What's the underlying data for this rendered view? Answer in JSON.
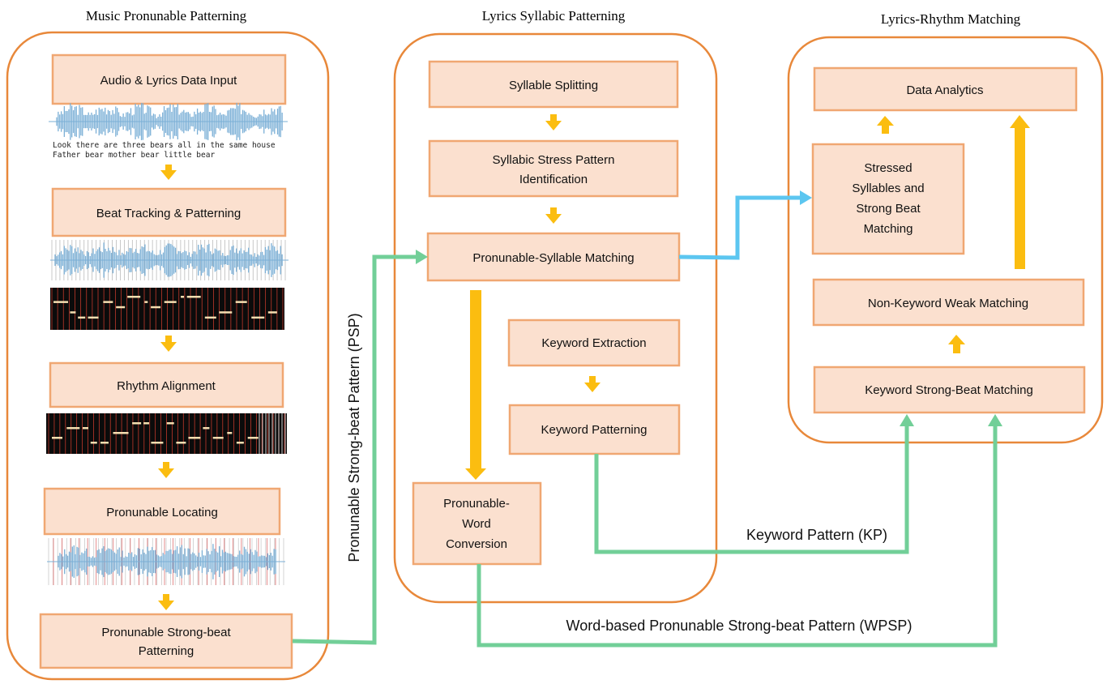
{
  "sections": {
    "music": "Music Pronunable Patterning",
    "syllabic": "Lyrics Syllabic Patterning",
    "matching": "Lyrics-Rhythm Matching"
  },
  "music": {
    "audio_input": "Audio & Lyrics Data Input",
    "lyrics_line1": "Look there are three bears all in the same house",
    "lyrics_line2": "Father bear mother bear little bear",
    "beat_tracking": "Beat Tracking & Patterning",
    "rhythm_alignment": "Rhythm Alignment",
    "pronunable_locating": "Pronunable Locating",
    "strong_beat_line1": "Pronunable Strong-beat",
    "strong_beat_line2": "Patterning"
  },
  "syllabic": {
    "syllable_splitting": "Syllable Splitting",
    "stress_line1": "Syllabic Stress Pattern",
    "stress_line2": "Identification",
    "pronunable_syllable": "Pronunable-Syllable Matching",
    "keyword_extraction": "Keyword Extraction",
    "keyword_patterning": "Keyword Patterning",
    "word_conv_line1": "Pronunable-",
    "word_conv_line2": "Word",
    "word_conv_line3": "Conversion"
  },
  "matching": {
    "data_analytics": "Data Analytics",
    "stressed_line1": "Stressed",
    "stressed_line2": "Syllables and",
    "stressed_line3": "Strong Beat",
    "stressed_line4": "Matching",
    "non_keyword": "Non-Keyword Weak Matching",
    "keyword_strong": "Keyword Strong-Beat Matching"
  },
  "connectors": {
    "psp": "Pronunable Strong-beat Pattern (PSP)",
    "kp": "Keyword Pattern (KP)",
    "wpsp": "Word-based Pronunable Strong-beat Pattern (WPSP)"
  },
  "colors": {
    "panel_border": "#e8883a",
    "box_fill": "#fbe0cf",
    "box_border": "#f0a772",
    "arrow_yellow": "#fbbd10",
    "arrow_green": "#72cf98",
    "arrow_blue": "#5cc6f0",
    "waveform": "#7aafd6"
  }
}
